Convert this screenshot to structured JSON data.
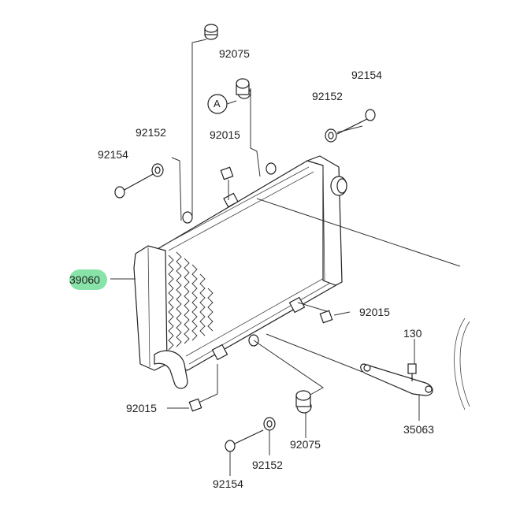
{
  "labels": {
    "p92075_top": "92075",
    "p92154_top_right": "92154",
    "p92152_top_right": "92152",
    "callout_a": "A",
    "p92152_left": "92152",
    "p92015_top": "92015",
    "p92154_left": "92154",
    "p39060": "39060",
    "p92015_right": "92015",
    "p130": "130",
    "p92015_bottom": "92015",
    "p35063": "35063",
    "p92075_bottom": "92075",
    "p92152_bottom": "92152",
    "p92154_bottom": "92154"
  },
  "colors": {
    "highlight": "#7be0a0",
    "ink": "#222222"
  }
}
